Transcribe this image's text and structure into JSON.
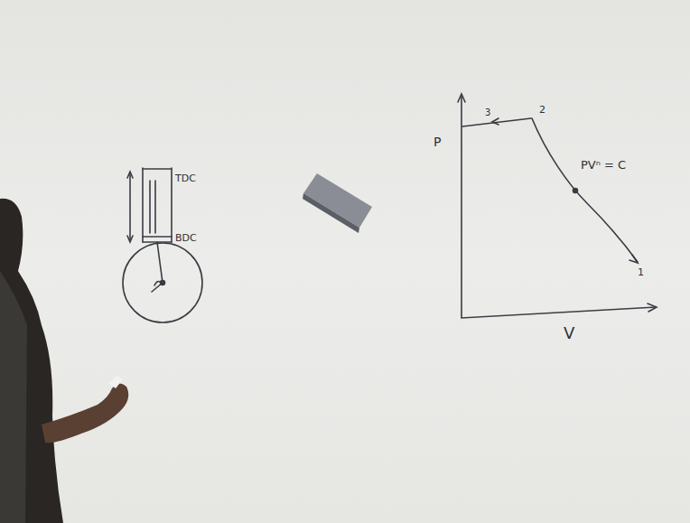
{
  "diagram": {
    "labels": [
      "TDC",
      "BDC",
      "P",
      "V",
      "PVⁿ = C",
      "1",
      "2",
      "3"
    ]
  }
}
